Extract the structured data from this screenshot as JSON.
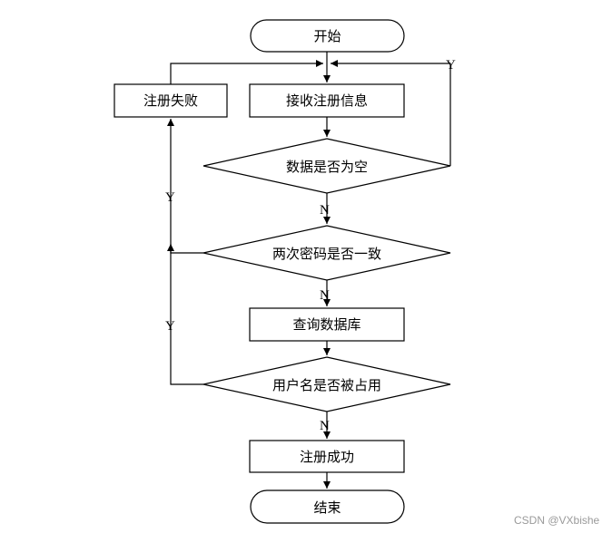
{
  "flowchart": {
    "nodes": {
      "start": "开始",
      "receive": "接收注册信息",
      "check_empty": "数据是否为空",
      "check_password": "两次密码是否一致",
      "query_db": "查询数据库",
      "check_username": "用户名是否被占用",
      "success": "注册成功",
      "end": "结束",
      "fail": "注册失败"
    },
    "edges": {
      "empty_yes": "Y",
      "empty_no": "N",
      "password_yes": "Y",
      "password_no": "N",
      "username_yes": "Y",
      "username_no": "N"
    }
  },
  "watermark": "CSDN @VXbishe"
}
